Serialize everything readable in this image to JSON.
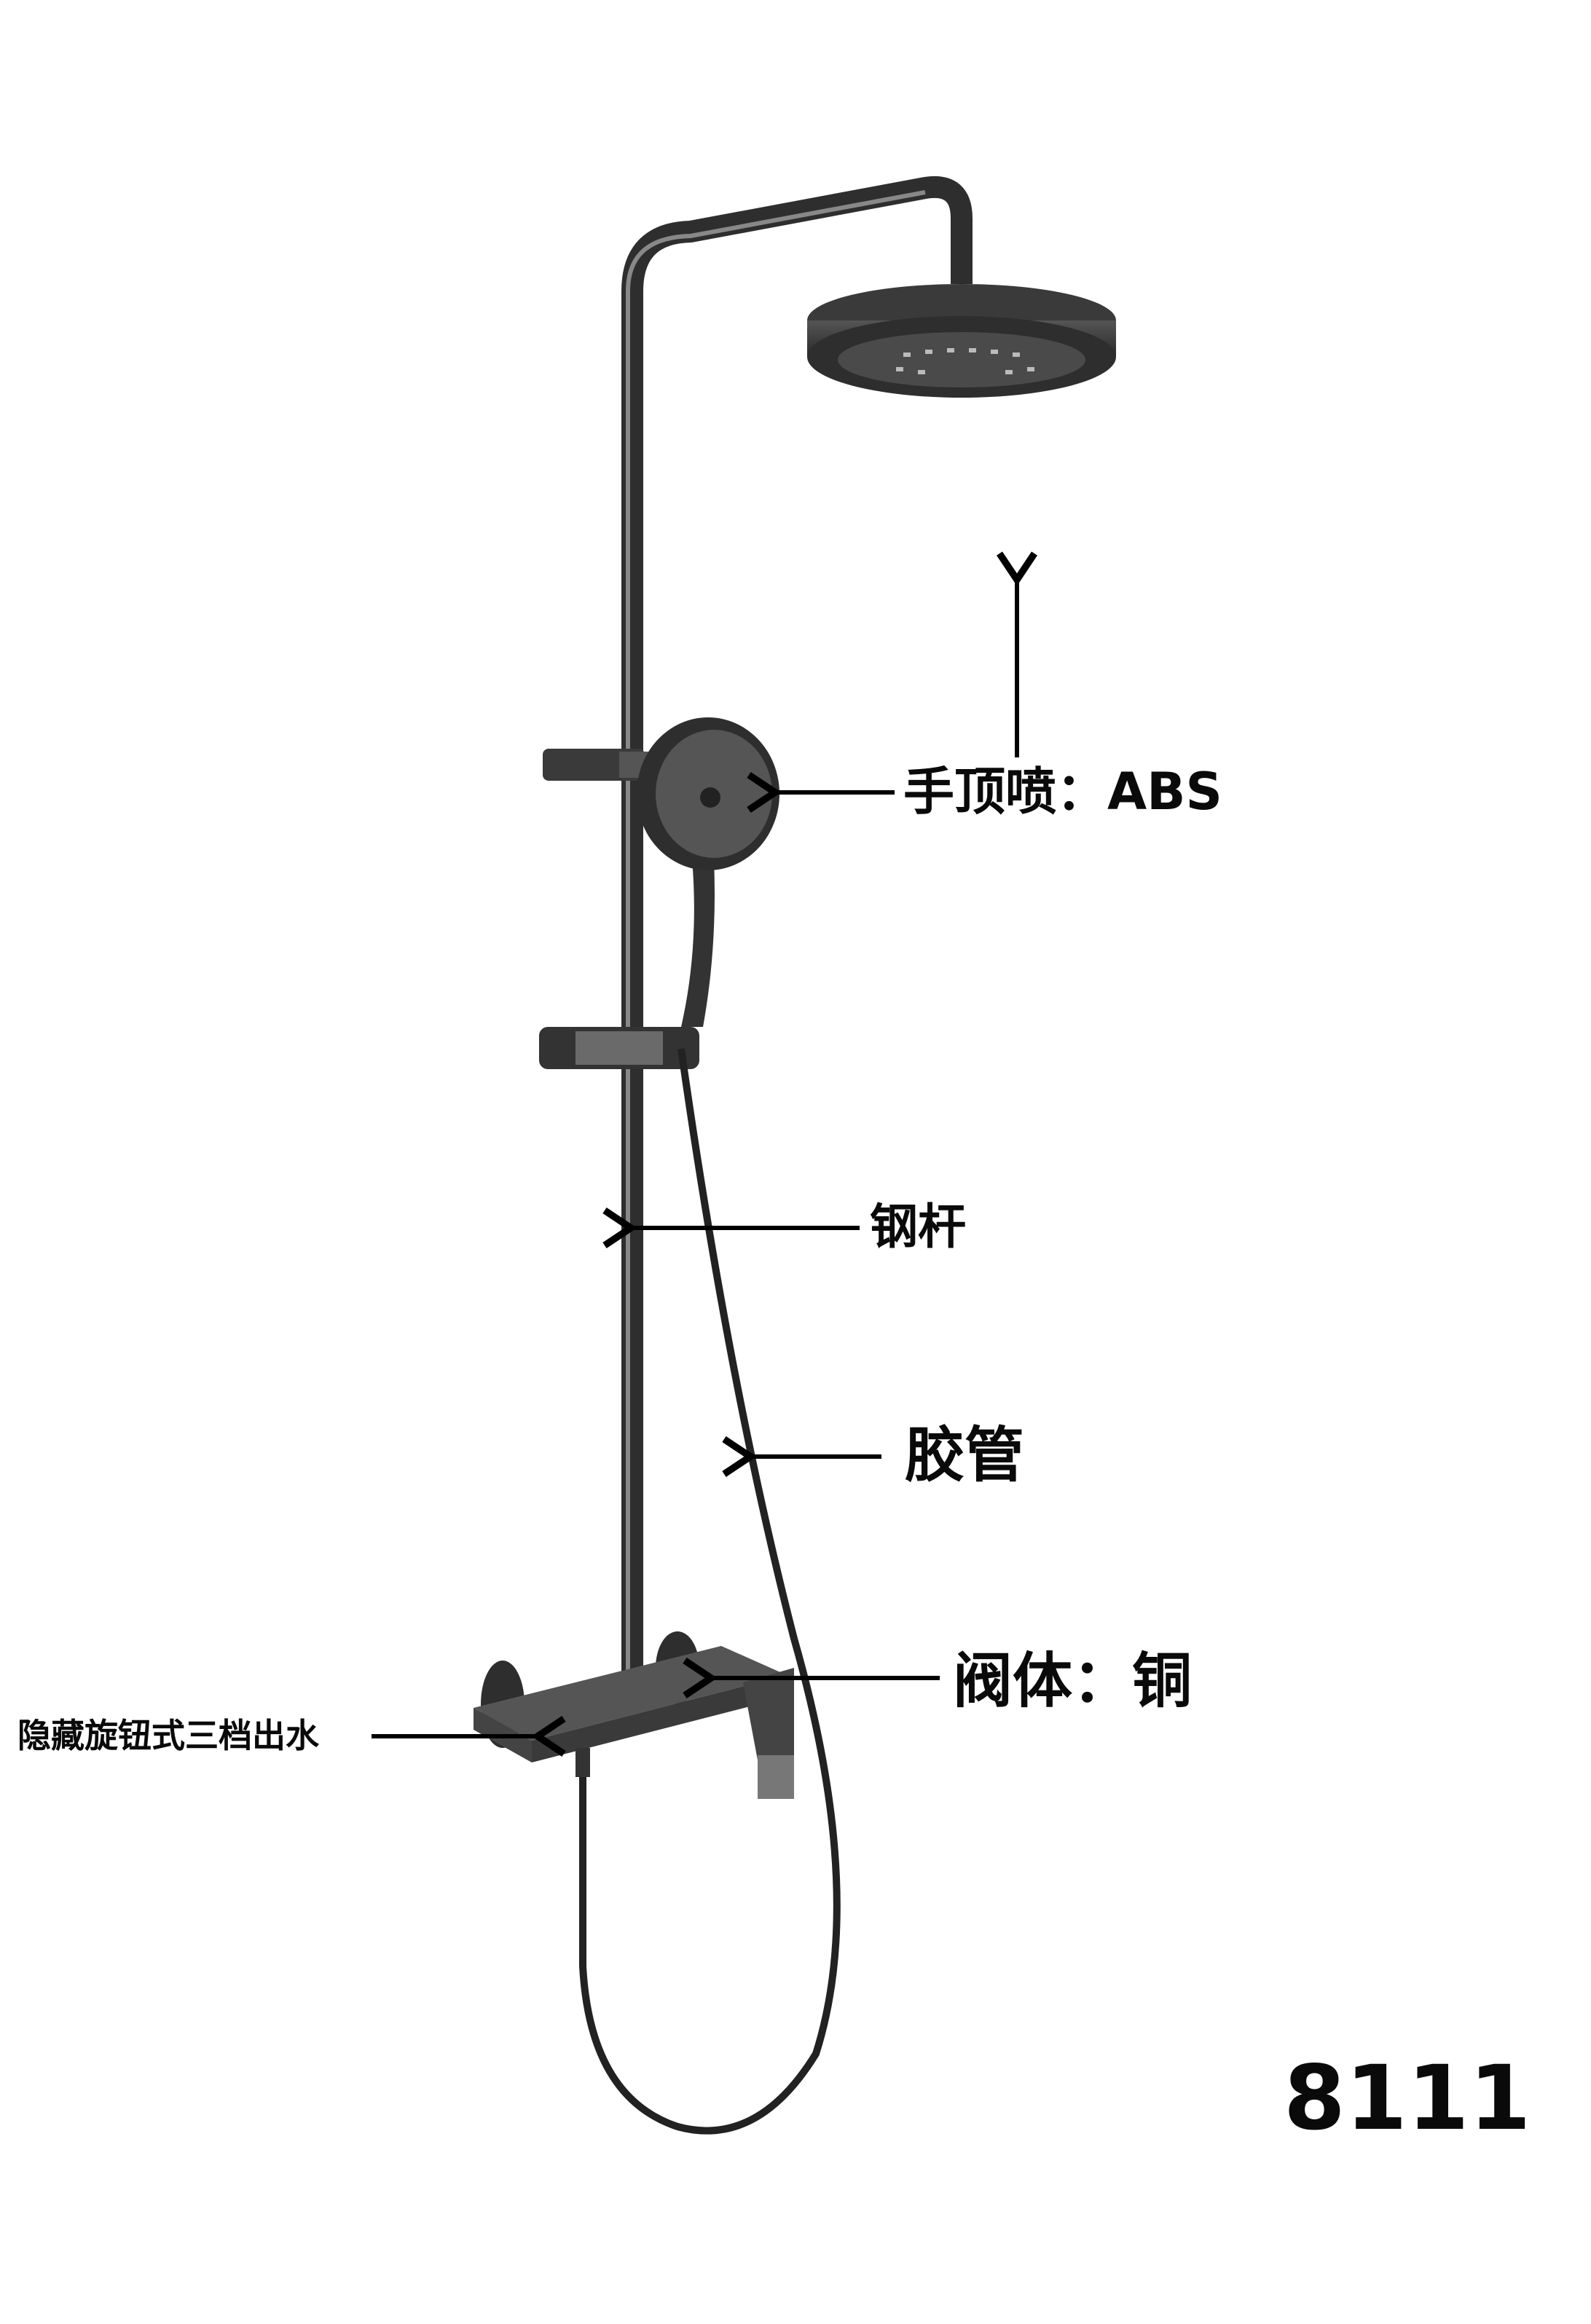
{
  "labels": {
    "hand_top_spray": "手顶喷：ABS",
    "steel_rod": "钢杆",
    "hose": "胶管",
    "valve_body": "阀体：铜",
    "hidden_knob": "隐藏旋钮式三档出水"
  },
  "model_number": "8111",
  "colors": {
    "metal": "#3a3a3a",
    "metal_light": "#6a6a6a",
    "text": "#0a0a0a",
    "background": "#ffffff"
  }
}
